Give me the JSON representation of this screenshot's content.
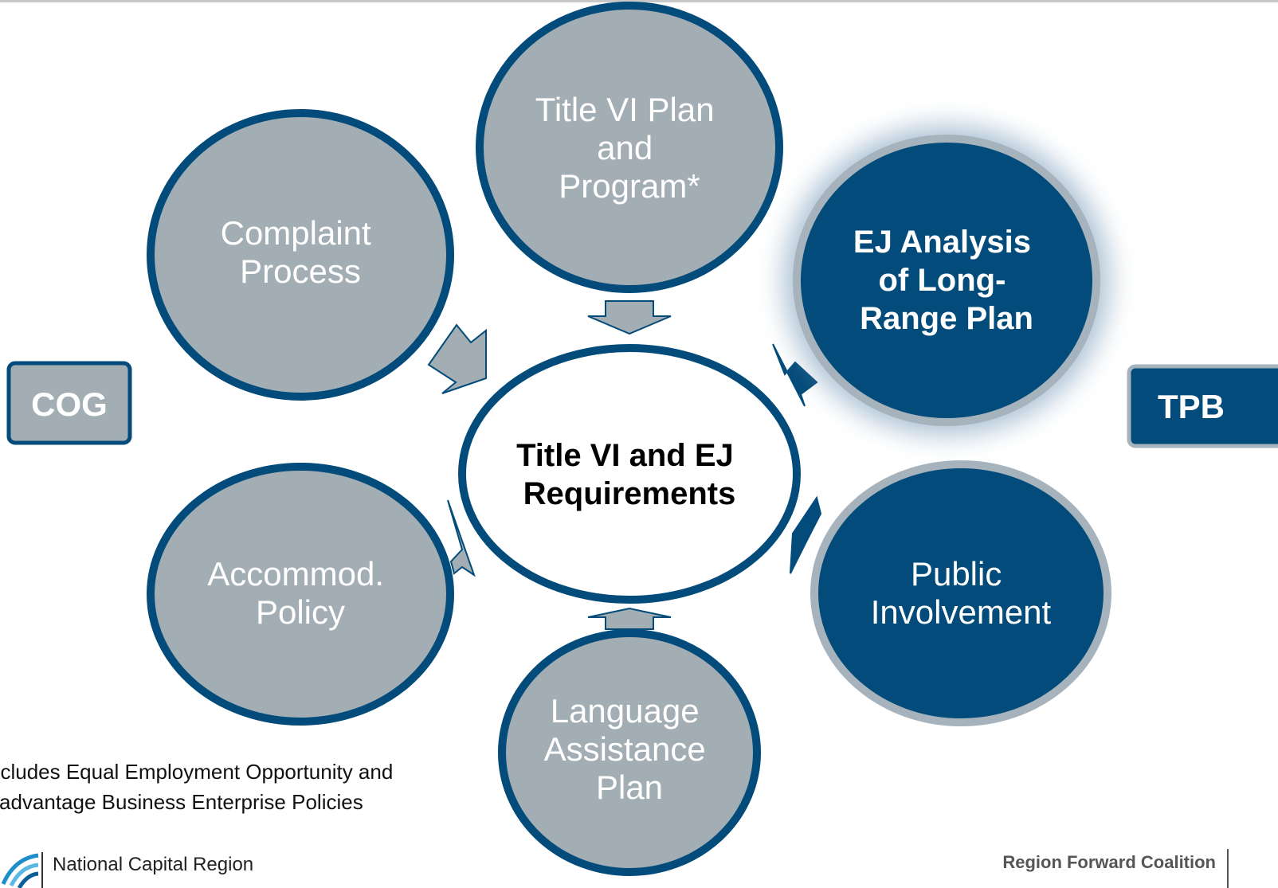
{
  "diagram": {
    "center": {
      "lines": [
        "Title VI and EJ",
        "Requirements"
      ]
    },
    "nodes": [
      {
        "id": "title-vi-plan",
        "lines": [
          "Title VI Plan",
          "and",
          "Program*"
        ]
      },
      {
        "id": "complaint-process",
        "lines": [
          "Complaint",
          "Process"
        ]
      },
      {
        "id": "ej-analysis",
        "lines": [
          "EJ Analysis",
          "of Long-",
          "Range Plan"
        ]
      },
      {
        "id": "accommod-policy",
        "lines": [
          "Accommod.",
          "Policy"
        ]
      },
      {
        "id": "public-involvement",
        "lines": [
          "Public",
          "Involvement"
        ]
      },
      {
        "id": "language-assistance",
        "lines": [
          "Language",
          "Assistance",
          "Plan"
        ]
      }
    ],
    "side_labels": {
      "left": "COG",
      "right": "TPB"
    },
    "colors": {
      "gray_fill": "#a2adb4",
      "navy": "#024b7a",
      "light_border": "#a6b3bc"
    }
  },
  "footnote": {
    "line1": "ncludes Equal Employment Opportunity and",
    "line2": "sadvantage Business Enterprise Policies"
  },
  "footer": {
    "brand": "National Capital Region",
    "right": "Region Forward Coalition"
  }
}
